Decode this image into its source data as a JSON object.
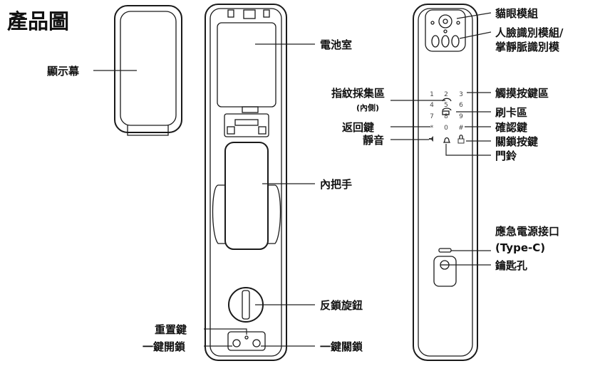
{
  "title": "產品圖",
  "labels": {
    "display": "顯示幕",
    "battery": "電池室",
    "inner_handle": "內把手",
    "anti_lock_knob": "反鎖旋鈕",
    "reset_key": "重置鍵",
    "one_key_unlock": "一鍵開鎖",
    "one_key_lock": "一鍵關鎖",
    "fingerprint": "指紋採集區",
    "fingerprint_note": "(內側)",
    "back_key": "返回鍵",
    "mute": "靜音",
    "peephole": "貓眼模組",
    "face_line1": "人臉識別模組/",
    "face_line2": "掌靜脈識別模",
    "touch_keys": "觸摸按鍵區",
    "card_area": "刷卡區",
    "confirm_key": "確認鍵",
    "lock_key": "關鎖按鍵",
    "doorbell": "門鈴",
    "usb_line1": "應急電源接口",
    "usb_line2": "(Type-C)",
    "keyhole": "鑰匙孔"
  },
  "keypad": {
    "row1": [
      "1",
      "2",
      "3"
    ],
    "row2": [
      "4",
      "5",
      "6"
    ],
    "row3": [
      "7",
      "8",
      "9"
    ],
    "row4": [
      "*",
      "0",
      "#"
    ]
  }
}
